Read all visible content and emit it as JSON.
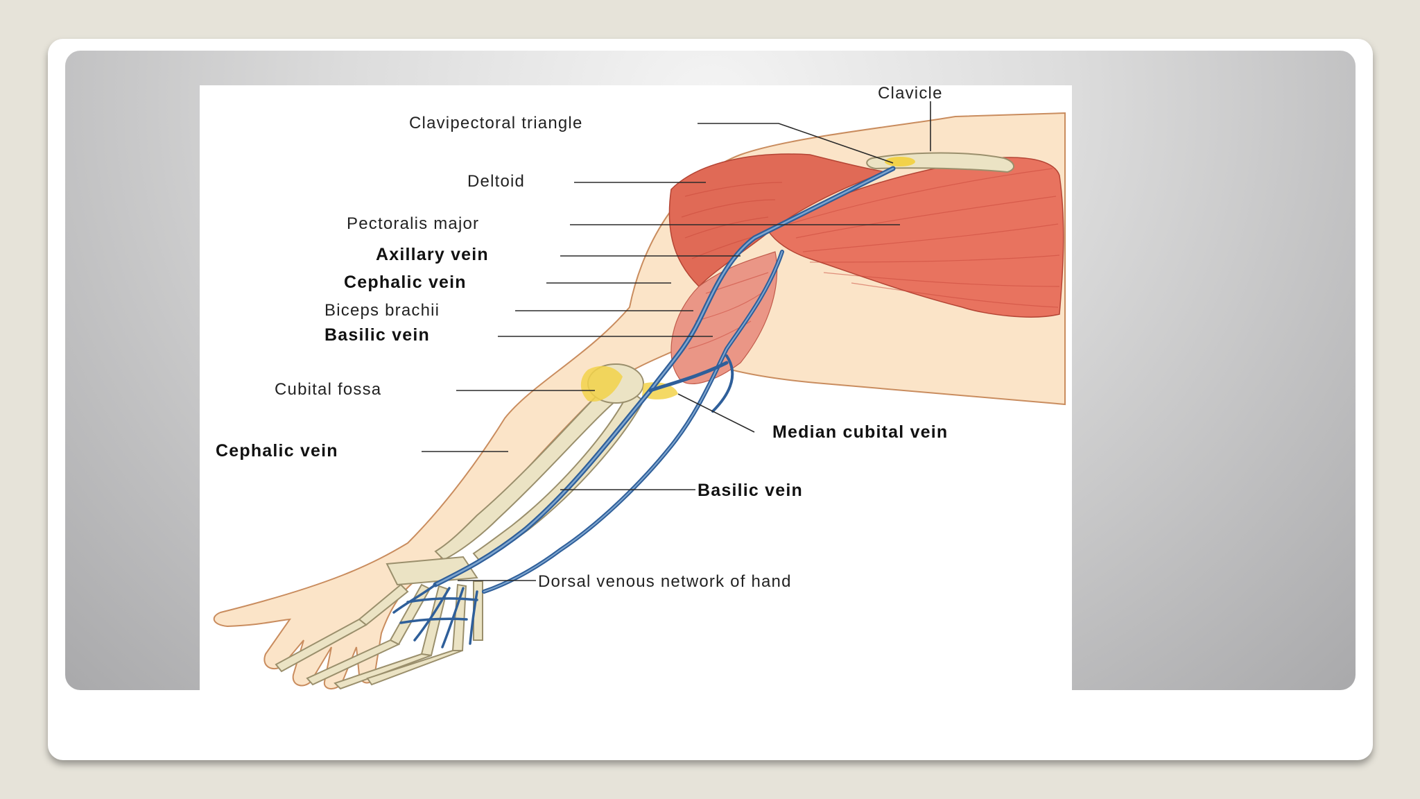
{
  "labels": {
    "clavicle": "Clavicle",
    "clavipectoral_triangle": "Clavipectoral triangle",
    "deltoid": "Deltoid",
    "pectoralis_major": "Pectoralis major",
    "axillary_vein": "Axillary vein",
    "cephalic_vein_upper": "Cephalic vein",
    "biceps_brachii": "Biceps brachii",
    "basilic_vein_upper": "Basilic vein",
    "cubital_fossa": "Cubital fossa",
    "median_cubital_vein": "Median cubital vein",
    "cephalic_vein_lower": "Cephalic vein",
    "basilic_vein_lower": "Basilic vein",
    "dorsal_venous_network": "Dorsal venous network of hand"
  },
  "colors": {
    "skin": "#fbe4c8",
    "skin_outline": "#c98c5e",
    "muscle": "#e8735f",
    "muscle_dark": "#c94a3a",
    "vein": "#2f5f9a",
    "bone": "#ebe3c4",
    "fat": "#f2d24a"
  }
}
